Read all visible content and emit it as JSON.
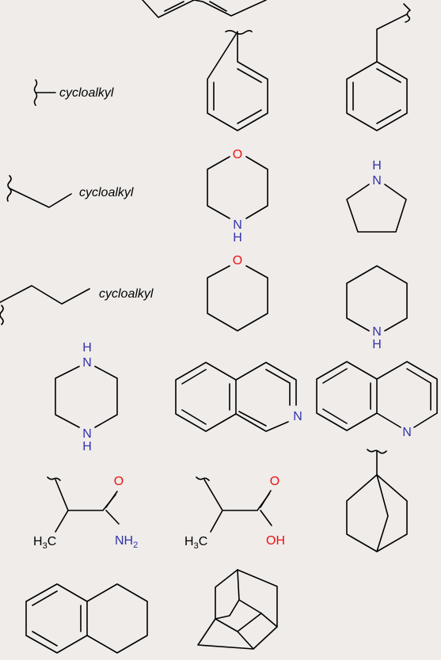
{
  "substituent_labels": {
    "r1": "cycloalkyl",
    "r2": "cycloalkyl",
    "r3": "cycloalkyl"
  },
  "atom_labels": {
    "morpholine_o": "O",
    "morpholine_n": "N",
    "morpholine_h": "H",
    "pyrrolidine_h": "H",
    "pyrrolidine_n": "N",
    "oxane_o": "O",
    "piperidine_n": "N",
    "piperidine_h": "H",
    "piperazine_h1": "H",
    "piperazine_n1": "N",
    "piperazine_n2": "N",
    "piperazine_h2": "H",
    "isoquinoline_n": "N",
    "quinoline_n": "N",
    "amide_o": "O",
    "amide_nh": "NH",
    "amide_nh_sub": "2",
    "amide_h3c": "H",
    "amide_h3c_sub": "3",
    "amide_c": "C",
    "acid_o": "O",
    "acid_oh": "OH",
    "acid_h3c": "H",
    "acid_h3c_sub": "3",
    "acid_c": "C"
  },
  "colors": {
    "bond": "#000000",
    "nitrogen": "#3333aa",
    "oxygen": "#ee1111",
    "background": "#efecea"
  }
}
